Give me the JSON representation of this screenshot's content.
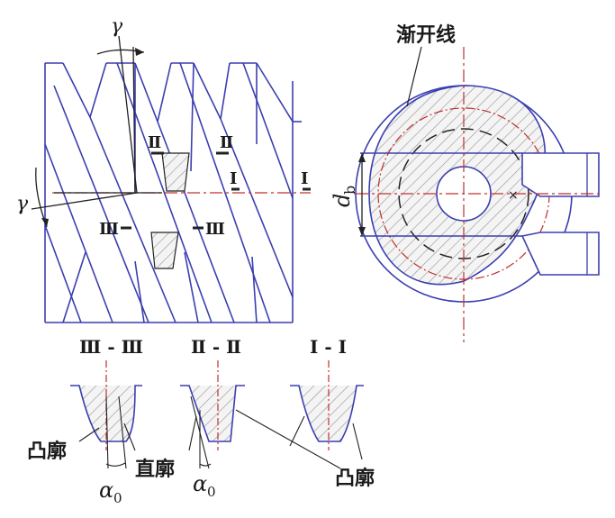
{
  "labels": {
    "gamma_top": "γ",
    "gamma_left": "γ",
    "roman_2_left": "Ⅱ",
    "roman_2_right": "Ⅱ",
    "roman_1_mid": "Ⅰ",
    "roman_1_right": "Ⅰ",
    "roman_3_left": "Ⅲ",
    "roman_3_right": "Ⅲ",
    "involute": "渐开线",
    "db_d": "d",
    "db_sub": "b",
    "section_3": "Ⅲ - Ⅲ",
    "section_2": "Ⅱ - Ⅱ",
    "section_1": "Ⅰ - Ⅰ",
    "convex_left": "凸廓",
    "straight": "直廓",
    "convex_right": "凸廓",
    "alpha_left": "α",
    "alpha_left_sub": "0",
    "alpha_mid": "α",
    "alpha_mid_sub": "0"
  },
  "colors": {
    "line": "#3a3fb0",
    "dark": "#222222",
    "center": "#c0302e",
    "hatch": "#9a9a9a"
  }
}
